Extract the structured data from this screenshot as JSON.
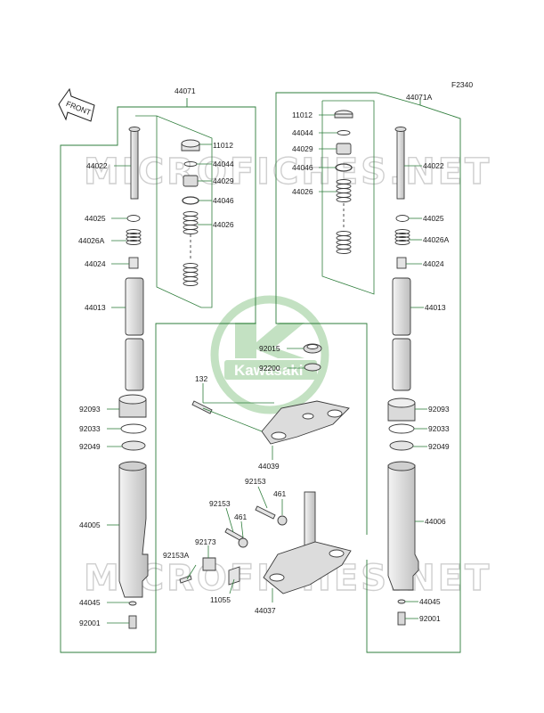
{
  "figure_code": "F2340",
  "front_marker": "FRONT",
  "watermark": "MICROFICHES.NET",
  "brand": "Kawasaki",
  "colors": {
    "leader": "#2e7d3b",
    "part_fill": "#e4e4e4",
    "part_stroke": "#3a3a3a",
    "logo": "#b9dcb8"
  },
  "labels": [
    {
      "id": "l44071",
      "text": "44071"
    },
    {
      "id": "l44071A",
      "text": "44071A"
    },
    {
      "id": "l11012L",
      "text": "11012"
    },
    {
      "id": "l44044L",
      "text": "44044"
    },
    {
      "id": "l44029L",
      "text": "44029"
    },
    {
      "id": "l44046L",
      "text": "44046"
    },
    {
      "id": "l44026L",
      "text": "44026"
    },
    {
      "id": "l11012R",
      "text": "11012"
    },
    {
      "id": "l44044R",
      "text": "44044"
    },
    {
      "id": "l44029R",
      "text": "44029"
    },
    {
      "id": "l44046R",
      "text": "44046"
    },
    {
      "id": "l44026R",
      "text": "44026"
    },
    {
      "id": "l44022L",
      "text": "44022"
    },
    {
      "id": "l44025L",
      "text": "44025"
    },
    {
      "id": "l44026AL",
      "text": "44026A"
    },
    {
      "id": "l44024L",
      "text": "44024"
    },
    {
      "id": "l44013L",
      "text": "44013"
    },
    {
      "id": "l92093L",
      "text": "92093"
    },
    {
      "id": "l92033L",
      "text": "92033"
    },
    {
      "id": "l92049L",
      "text": "92049"
    },
    {
      "id": "l44005",
      "text": "44005"
    },
    {
      "id": "l44045L",
      "text": "44045"
    },
    {
      "id": "l92001L",
      "text": "92001"
    },
    {
      "id": "l44022R",
      "text": "44022"
    },
    {
      "id": "l44025R",
      "text": "44025"
    },
    {
      "id": "l44026AR",
      "text": "44026A"
    },
    {
      "id": "l44024R",
      "text": "44024"
    },
    {
      "id": "l44013R",
      "text": "44013"
    },
    {
      "id": "l92093R",
      "text": "92093"
    },
    {
      "id": "l92033R",
      "text": "92033"
    },
    {
      "id": "l92049R",
      "text": "92049"
    },
    {
      "id": "l44006",
      "text": "44006"
    },
    {
      "id": "l44045R",
      "text": "44045"
    },
    {
      "id": "l92001R",
      "text": "92001"
    },
    {
      "id": "l92015",
      "text": "92015"
    },
    {
      "id": "l92200",
      "text": "92200"
    },
    {
      "id": "l132",
      "text": "132"
    },
    {
      "id": "l44039",
      "text": "44039"
    },
    {
      "id": "l92153a",
      "text": "92153"
    },
    {
      "id": "l461a",
      "text": "461"
    },
    {
      "id": "l92153b",
      "text": "92153"
    },
    {
      "id": "l461b",
      "text": "461"
    },
    {
      "id": "l92173",
      "text": "92173"
    },
    {
      "id": "l92153A",
      "text": "92153A"
    },
    {
      "id": "l11055",
      "text": "11055"
    },
    {
      "id": "l44037",
      "text": "44037"
    }
  ]
}
